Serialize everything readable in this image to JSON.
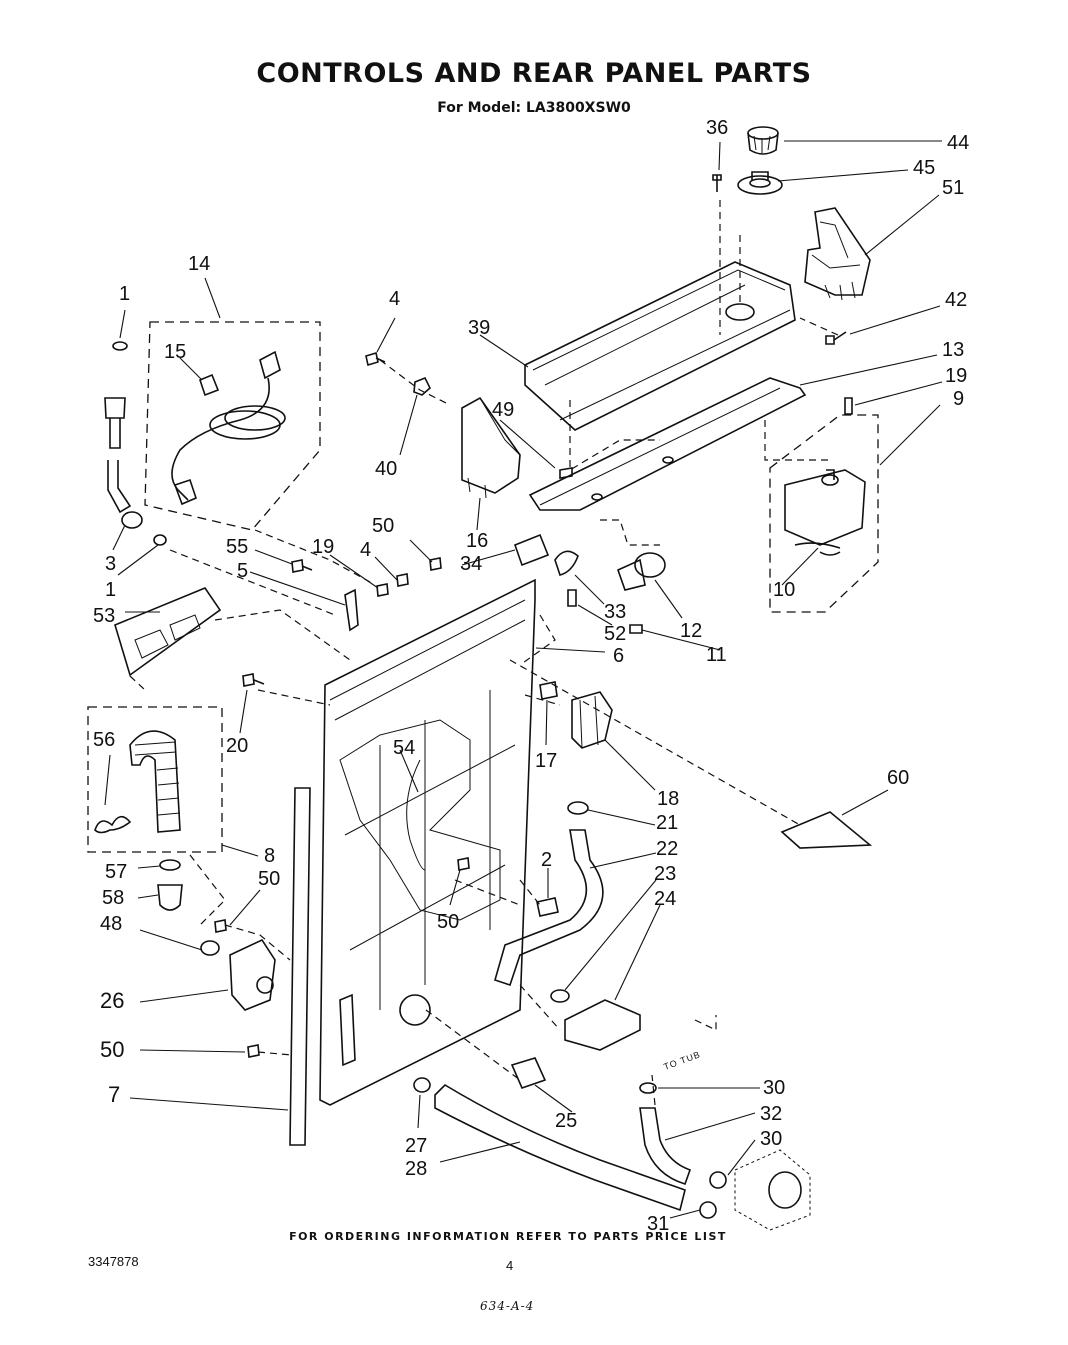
{
  "title": "CONTROLS AND REAR PANEL PARTS",
  "subtitle": "For Model: LA3800XSW0",
  "footer_note": "FOR ORDERING INFORMATION REFER TO PARTS PRICE LIST",
  "document_number": "3347878",
  "page_number": "4",
  "handwritten_code": "634-A-4",
  "to_tub_label": "TO TUB",
  "callouts": [
    {
      "id": "c44",
      "text": "44"
    },
    {
      "id": "c36",
      "text": "36"
    },
    {
      "id": "c45",
      "text": "45"
    },
    {
      "id": "c51",
      "text": "51"
    },
    {
      "id": "c14",
      "text": "14"
    },
    {
      "id": "c1a",
      "text": "1"
    },
    {
      "id": "c4a",
      "text": "4"
    },
    {
      "id": "c42",
      "text": "42"
    },
    {
      "id": "c39",
      "text": "39"
    },
    {
      "id": "c13",
      "text": "13"
    },
    {
      "id": "c15",
      "text": "15"
    },
    {
      "id": "c19a",
      "text": "19"
    },
    {
      "id": "c9",
      "text": "9"
    },
    {
      "id": "c49",
      "text": "49"
    },
    {
      "id": "c40",
      "text": "40"
    },
    {
      "id": "c50a",
      "text": "50"
    },
    {
      "id": "c16",
      "text": "16"
    },
    {
      "id": "c3",
      "text": "3"
    },
    {
      "id": "c55",
      "text": "55"
    },
    {
      "id": "c19b",
      "text": "19"
    },
    {
      "id": "c4b",
      "text": "4"
    },
    {
      "id": "c34",
      "text": "34"
    },
    {
      "id": "c5",
      "text": "5"
    },
    {
      "id": "c1b",
      "text": "1"
    },
    {
      "id": "c10",
      "text": "10"
    },
    {
      "id": "c53",
      "text": "53"
    },
    {
      "id": "c33",
      "text": "33"
    },
    {
      "id": "c12",
      "text": "12"
    },
    {
      "id": "c52",
      "text": "52"
    },
    {
      "id": "c11",
      "text": "11"
    },
    {
      "id": "c6",
      "text": "6"
    },
    {
      "id": "c20",
      "text": "20"
    },
    {
      "id": "c56",
      "text": "56"
    },
    {
      "id": "c54",
      "text": "54"
    },
    {
      "id": "c60",
      "text": "60"
    },
    {
      "id": "c17",
      "text": "17"
    },
    {
      "id": "c18",
      "text": "18"
    },
    {
      "id": "c21",
      "text": "21"
    },
    {
      "id": "c8",
      "text": "8"
    },
    {
      "id": "c22",
      "text": "22"
    },
    {
      "id": "c57",
      "text": "57"
    },
    {
      "id": "c50b",
      "text": "50"
    },
    {
      "id": "c2",
      "text": "2"
    },
    {
      "id": "c23",
      "text": "23"
    },
    {
      "id": "c58",
      "text": "58"
    },
    {
      "id": "c24",
      "text": "24"
    },
    {
      "id": "c48",
      "text": "48"
    },
    {
      "id": "c50c",
      "text": "50"
    },
    {
      "id": "c26",
      "text": "26"
    },
    {
      "id": "c50d",
      "text": "50"
    },
    {
      "id": "c30a",
      "text": "30"
    },
    {
      "id": "c7",
      "text": "7"
    },
    {
      "id": "c32",
      "text": "32"
    },
    {
      "id": "c25",
      "text": "25"
    },
    {
      "id": "c30b",
      "text": "30"
    },
    {
      "id": "c27",
      "text": "27"
    },
    {
      "id": "c28",
      "text": "28"
    },
    {
      "id": "c31",
      "text": "31"
    }
  ]
}
